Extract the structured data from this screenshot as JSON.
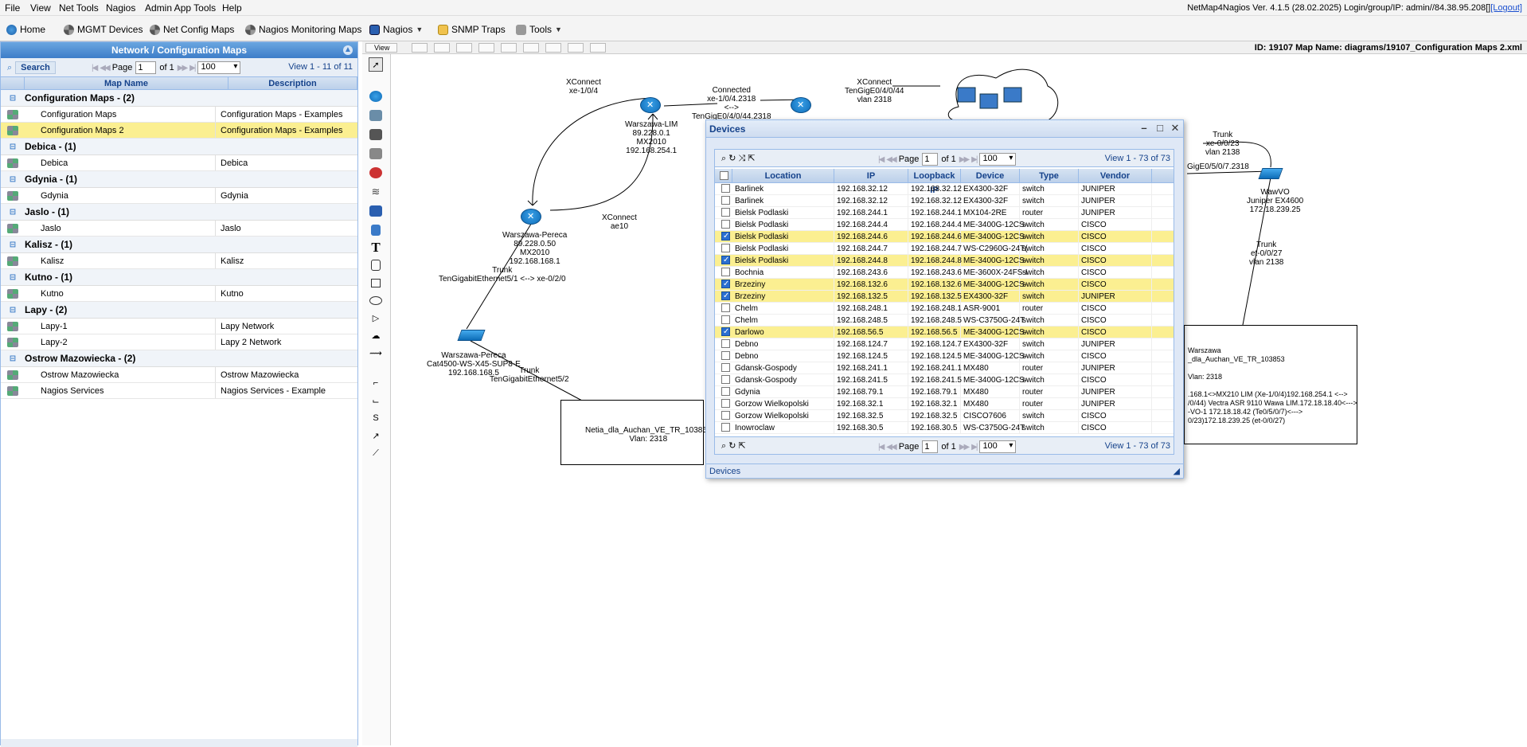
{
  "menubar": {
    "items": [
      "File",
      "View",
      "Net Tools",
      "Nagios",
      "Admin App Tools",
      "Help"
    ],
    "app_info": "NetMap4Nagios Ver. 4.1.5 (28.02.2025) Login/group/IP: admin//84.38.95.208[]",
    "logout": "[Logout]"
  },
  "toolbar": {
    "home": "Home",
    "mgmt": "MGMT Devices",
    "netconfig": "Net Config Maps",
    "nagiosmaps": "Nagios Monitoring Maps",
    "nagios": "Nagios",
    "snmp": "SNMP Traps",
    "tools": "Tools"
  },
  "leftpanel": {
    "title": "Network / Configuration Maps",
    "search": "Search",
    "page_label": "Page",
    "page": "1",
    "of": "of 1",
    "pagesize": "100",
    "view": "View 1 - 11 of 11",
    "col_map": "Map Name",
    "col_desc": "Description",
    "groups": [
      {
        "name": "Configuration Maps - (2)",
        "rows": [
          {
            "name": "Configuration Maps",
            "desc": "Configuration Maps - Examples",
            "hl": false
          },
          {
            "name": "Configuration Maps 2",
            "desc": "Configuration Maps - Examples",
            "hl": true
          }
        ]
      },
      {
        "name": "Debica - (1)",
        "rows": [
          {
            "name": "Debica",
            "desc": "Debica",
            "hl": false
          }
        ]
      },
      {
        "name": "Gdynia - (1)",
        "rows": [
          {
            "name": "Gdynia",
            "desc": "Gdynia",
            "hl": false
          }
        ]
      },
      {
        "name": "Jaslo - (1)",
        "rows": [
          {
            "name": "Jaslo",
            "desc": "Jaslo",
            "hl": false
          }
        ]
      },
      {
        "name": "Kalisz - (1)",
        "rows": [
          {
            "name": "Kalisz",
            "desc": "Kalisz",
            "hl": false
          }
        ]
      },
      {
        "name": "Kutno - (1)",
        "rows": [
          {
            "name": "Kutno",
            "desc": "Kutno",
            "hl": false
          }
        ]
      },
      {
        "name": "Lapy - (2)",
        "rows": [
          {
            "name": "Lapy-1",
            "desc": "Lapy Network",
            "hl": false
          },
          {
            "name": "Lapy-2",
            "desc": "Lapy 2 Network",
            "hl": false
          }
        ]
      },
      {
        "name": "Ostrow Mazowiecka - (2)",
        "rows": [
          {
            "name": "Ostrow Mazowiecka",
            "desc": "Ostrow Mazowiecka",
            "hl": false
          },
          {
            "name": "Nagios Services",
            "desc": "Nagios Services - Example",
            "hl": false
          }
        ]
      }
    ]
  },
  "map": {
    "view_btn": "View",
    "id_label": "ID: 19107 Map Name: diagrams/19107_Configuration Maps 2.xml",
    "labels": {
      "xc1": "XConnect\nxe-1/0/4",
      "connected": "Connected\nxe-1/0/4.2318\n<-->\nTenGigE0/4/0/44.2318",
      "xc2": "XConnect\nTenGigE0/4/0/44\nvlan 2318",
      "lim": "Warszawa-LIM\n89.228.0.1\nMX2010\n192.168.254.1",
      "pereca1": "Warszawa-Pereca\n89.228.0.50\nMX2010\n192.168.168.1",
      "xcae": "XConnect\nae10",
      "trunk1": "Trunk\nTenGigabitEthernet5/1 <--> xe-0/2/0",
      "pereca2": "Warszawa-Pereca\nCat4500-WS-X45-SUP8-E\n192.168.168.5",
      "trunk2": "Trunk\nTenGigabitEthernet5/2",
      "netia": "Netia_dla_Auchan_VE_TR_103853\nVlan: 2318",
      "trunkr1": "Trunk\nxe-0/0/23\nvlan 2138",
      "gige": "GigE0/5/0/7.2318",
      "wawvo": "WawVO\nJuniper EX4600\n172.18.239.25",
      "trunkr2": "Trunk\net-0/0/27\nvlan 2138",
      "warszawa": "Warszawa\n_dla_Auchan_VE_TR_103853\n\nVlan: 2318\n\n.168.1<>MX210 LIM (Xe-1/0/4)192.168.254.1 <-->\n/0/44) Vectra ASR 9110 Wawa LIM.172.18.18.40<--->\n-VO-1 172.18.18.42 (Te0/5/0/7)<--->\n0/23)172.18.239.25 (et-0/0/27)"
    }
  },
  "devices": {
    "title": "Devices",
    "status": "Devices",
    "page_label": "Page",
    "page": "1",
    "of": "of 1",
    "pagesize": "100",
    "view": "View 1 - 73 of 73",
    "cols": [
      "Location",
      "IP",
      "Loopback IP",
      "Device",
      "Type",
      "Vendor"
    ],
    "rows": [
      {
        "loc": "Barlinek",
        "ip": "192.168.32.12",
        "lb": "192.168.32.12",
        "dev": "EX4300-32F",
        "type": "switch",
        "vendor": "JUNIPER",
        "chk": false
      },
      {
        "loc": "Barlinek",
        "ip": "192.168.32.12",
        "lb": "192.168.32.12",
        "dev": "EX4300-32F",
        "type": "switch",
        "vendor": "JUNIPER",
        "chk": false
      },
      {
        "loc": "Bielsk Podlaski",
        "ip": "192.168.244.1",
        "lb": "192.168.244.1",
        "dev": "MX104-2RE",
        "type": "router",
        "vendor": "JUNIPER",
        "chk": false
      },
      {
        "loc": "Bielsk Podlaski",
        "ip": "192.168.244.4",
        "lb": "192.168.244.4",
        "dev": "ME-3400G-12CS-",
        "type": "switch",
        "vendor": "CISCO",
        "chk": false
      },
      {
        "loc": "Bielsk Podlaski",
        "ip": "192.168.244.6",
        "lb": "192.168.244.6",
        "dev": "ME-3400G-12CS-",
        "type": "switch",
        "vendor": "CISCO",
        "chk": true
      },
      {
        "loc": "Bielsk Podlaski",
        "ip": "192.168.244.7",
        "lb": "192.168.244.7",
        "dev": "WS-C2960G-24T(",
        "type": "switch",
        "vendor": "CISCO",
        "chk": false
      },
      {
        "loc": "Bielsk Podlaski",
        "ip": "192.168.244.8",
        "lb": "192.168.244.8",
        "dev": "ME-3400G-12CS-",
        "type": "switch",
        "vendor": "CISCO",
        "chk": true
      },
      {
        "loc": "Bochnia",
        "ip": "192.168.243.6",
        "lb": "192.168.243.6",
        "dev": "ME-3600X-24FS-I",
        "type": "switch",
        "vendor": "CISCO",
        "chk": false
      },
      {
        "loc": "Brzeziny",
        "ip": "192.168.132.6",
        "lb": "192.168.132.6",
        "dev": "ME-3400G-12CS-",
        "type": "switch",
        "vendor": "CISCO",
        "chk": true
      },
      {
        "loc": "Brzeziny",
        "ip": "192.168.132.5",
        "lb": "192.168.132.5",
        "dev": "EX4300-32F",
        "type": "switch",
        "vendor": "JUNIPER",
        "chk": true
      },
      {
        "loc": "Chelm",
        "ip": "192.168.248.1",
        "lb": "192.168.248.1",
        "dev": "ASR-9001",
        "type": "router",
        "vendor": "CISCO",
        "chk": false
      },
      {
        "loc": "Chelm",
        "ip": "192.168.248.5",
        "lb": "192.168.248.5",
        "dev": "WS-C3750G-24T",
        "type": "switch",
        "vendor": "CISCO",
        "chk": false
      },
      {
        "loc": "Darlowo",
        "ip": "192.168.56.5",
        "lb": "192.168.56.5",
        "dev": "ME-3400G-12CS-",
        "type": "switch",
        "vendor": "CISCO",
        "chk": true
      },
      {
        "loc": "Debno",
        "ip": "192.168.124.7",
        "lb": "192.168.124.7",
        "dev": "EX4300-32F",
        "type": "switch",
        "vendor": "JUNIPER",
        "chk": false
      },
      {
        "loc": "Debno",
        "ip": "192.168.124.5",
        "lb": "192.168.124.5",
        "dev": "ME-3400G-12CS-",
        "type": "switch",
        "vendor": "CISCO",
        "chk": false
      },
      {
        "loc": "Gdansk-Gospody",
        "ip": "192.168.241.1",
        "lb": "192.168.241.1",
        "dev": "MX480",
        "type": "router",
        "vendor": "JUNIPER",
        "chk": false
      },
      {
        "loc": "Gdansk-Gospody",
        "ip": "192.168.241.5",
        "lb": "192.168.241.5",
        "dev": "ME-3400G-12CS-",
        "type": "switch",
        "vendor": "CISCO",
        "chk": false
      },
      {
        "loc": "Gdynia",
        "ip": "192.168.79.1",
        "lb": "192.168.79.1",
        "dev": "MX480",
        "type": "router",
        "vendor": "JUNIPER",
        "chk": false
      },
      {
        "loc": "Gorzow Wielkopolski",
        "ip": "192.168.32.1",
        "lb": "192.168.32.1",
        "dev": "MX480",
        "type": "router",
        "vendor": "JUNIPER",
        "chk": false
      },
      {
        "loc": "Gorzow Wielkopolski",
        "ip": "192.168.32.5",
        "lb": "192.168.32.5",
        "dev": "CISCO7606",
        "type": "switch",
        "vendor": "CISCO",
        "chk": false
      },
      {
        "loc": "Inowroclaw",
        "ip": "192.168.30.5",
        "lb": "192.168.30.5",
        "dev": "WS-C3750G-24T",
        "type": "switch",
        "vendor": "CISCO",
        "chk": false
      }
    ]
  }
}
